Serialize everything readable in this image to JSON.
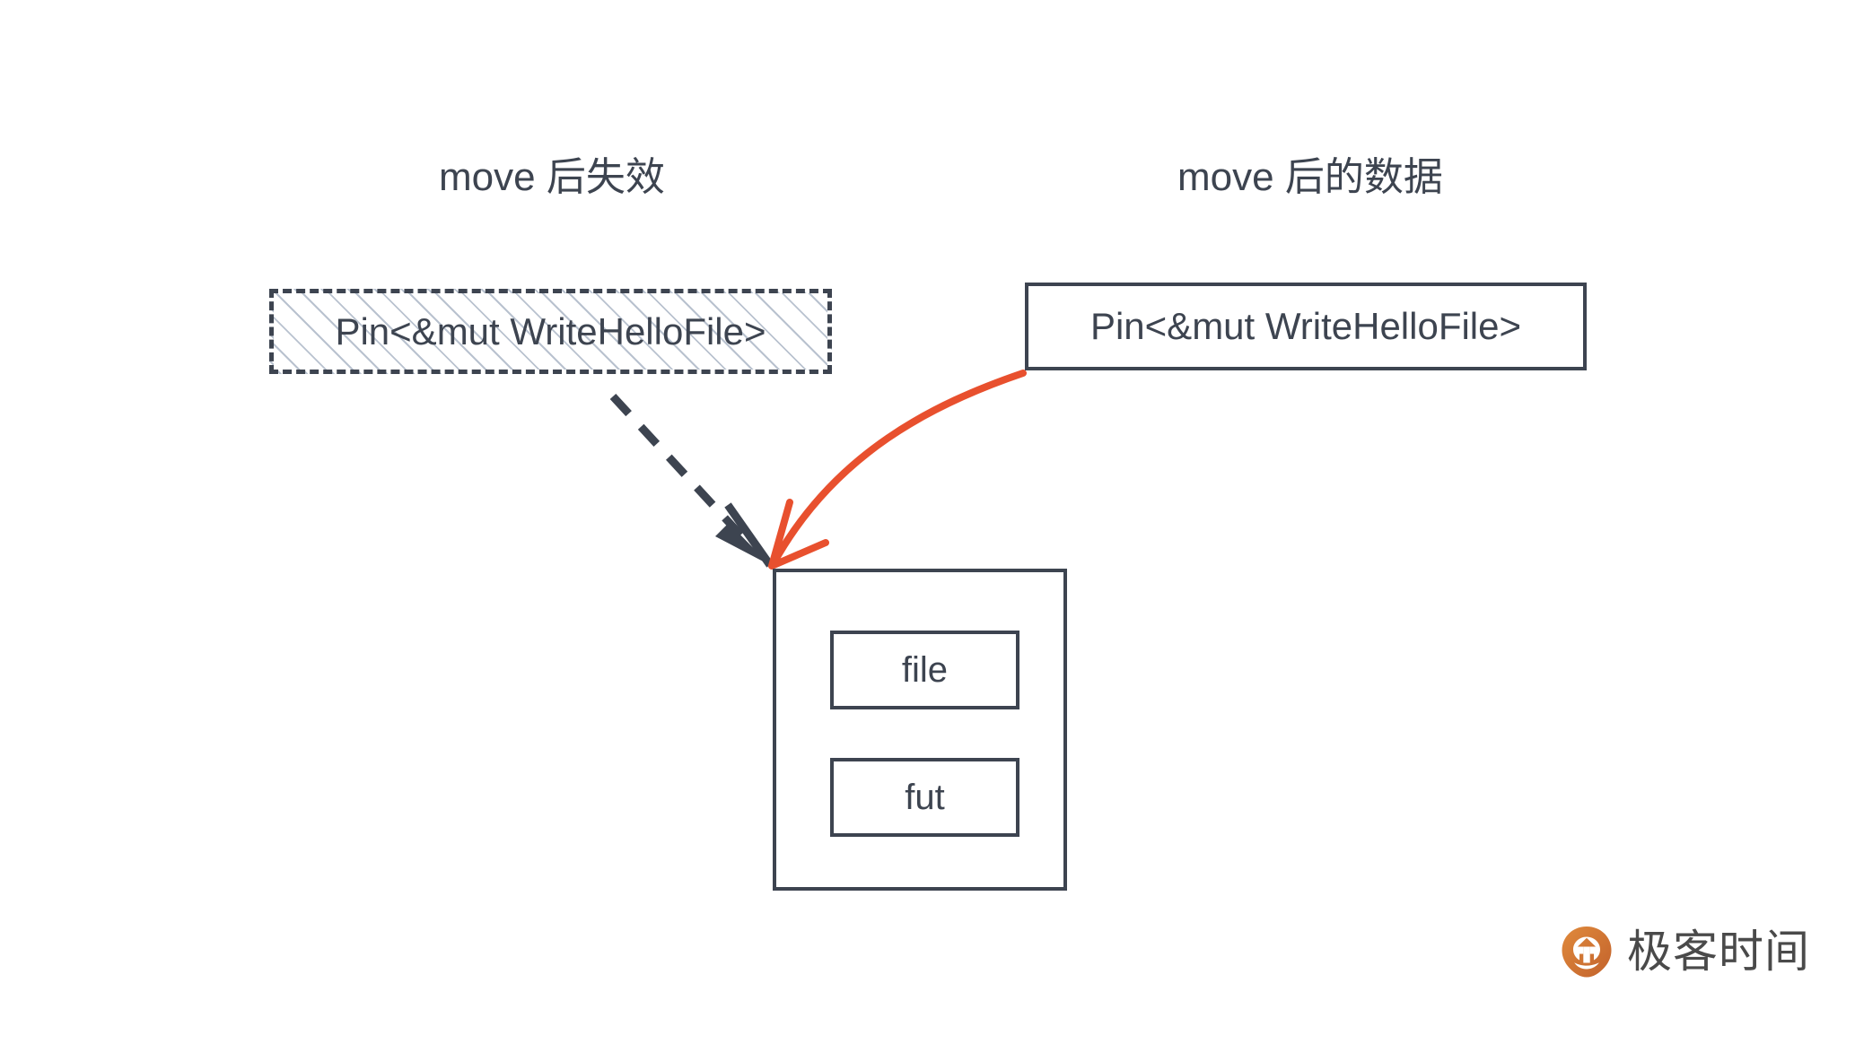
{
  "diagram": {
    "type": "rust-pin-move-diagram",
    "background_color": "#ffffff",
    "stroke_color": "#3d4450",
    "accent_color": "#e8502e",
    "hatch_color": "#b9c2cf",
    "captions": {
      "left": "move 后失效",
      "right": "move 后的数据"
    },
    "nodes": {
      "invalidated_box": {
        "label": "Pin<&mut WriteHelloFile>",
        "style": "dashed-hatched"
      },
      "moved_box": {
        "label": "Pin<&mut WriteHelloFile>",
        "style": "solid"
      },
      "struct_box": {
        "fields": [
          {
            "label": "file"
          },
          {
            "label": "fut"
          }
        ]
      }
    },
    "arrows": [
      {
        "name": "invalidated-pointer-arrow",
        "style": "dashed",
        "color": "#3d4450",
        "from": "invalidated_box",
        "to": "struct_box"
      },
      {
        "name": "moved-pointer-arrow",
        "style": "curved-solid",
        "color": "#e8502e",
        "from": "moved_box",
        "to": "struct_box"
      }
    ]
  },
  "watermark": {
    "text": "极客时间",
    "logo_color": "#d4793a",
    "logo_icon": "geektime-logo-icon"
  }
}
